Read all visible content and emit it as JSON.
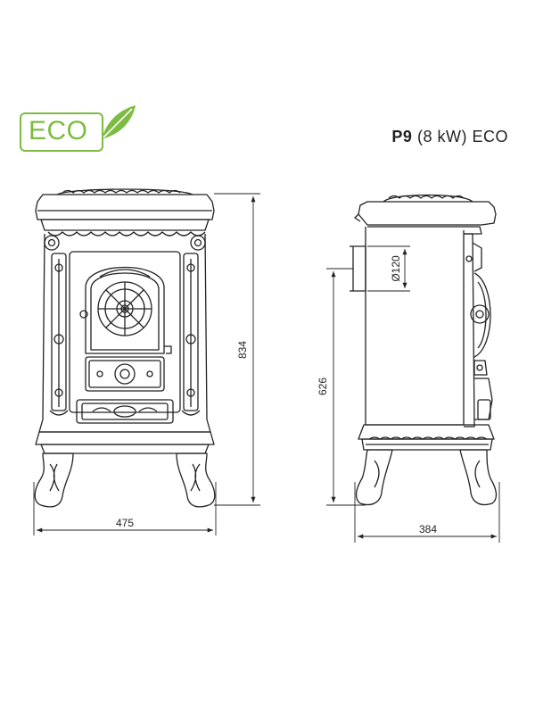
{
  "badge": {
    "text": "ECO"
  },
  "title": {
    "model": "P9",
    "power": "(8 kW)",
    "suffix": "ECO"
  },
  "dimensions": {
    "front_height": "834",
    "front_width": "475",
    "side_pipe_height": "626",
    "side_depth": "384",
    "pipe_diameter": "Ø120"
  },
  "colors": {
    "eco_green": "#7dbb42",
    "line": "#222222"
  }
}
